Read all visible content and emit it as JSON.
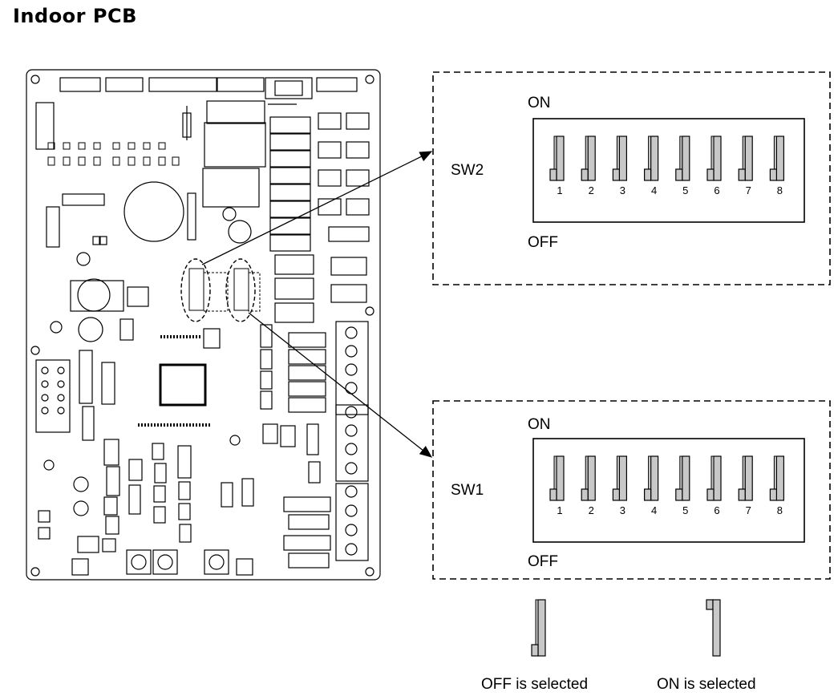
{
  "title": "Indoor PCB",
  "switch_banks": [
    {
      "id": "SW2",
      "name": "SW2",
      "on_label": "ON",
      "off_label": "OFF",
      "switches": [
        {
          "number": "1",
          "state": "OFF"
        },
        {
          "number": "2",
          "state": "OFF"
        },
        {
          "number": "3",
          "state": "OFF"
        },
        {
          "number": "4",
          "state": "OFF"
        },
        {
          "number": "5",
          "state": "OFF"
        },
        {
          "number": "6",
          "state": "OFF"
        },
        {
          "number": "7",
          "state": "OFF"
        },
        {
          "number": "8",
          "state": "OFF"
        }
      ]
    },
    {
      "id": "SW1",
      "name": "SW1",
      "on_label": "ON",
      "off_label": "OFF",
      "switches": [
        {
          "number": "1",
          "state": "OFF"
        },
        {
          "number": "2",
          "state": "OFF"
        },
        {
          "number": "3",
          "state": "OFF"
        },
        {
          "number": "4",
          "state": "OFF"
        },
        {
          "number": "5",
          "state": "OFF"
        },
        {
          "number": "6",
          "state": "OFF"
        },
        {
          "number": "7",
          "state": "OFF"
        },
        {
          "number": "8",
          "state": "OFF"
        }
      ]
    }
  ],
  "legend": {
    "off_caption": "OFF is selected",
    "on_caption": "ON is selected"
  },
  "colors": {
    "switch_fill": "#c8c8c8",
    "line": "#000000"
  }
}
